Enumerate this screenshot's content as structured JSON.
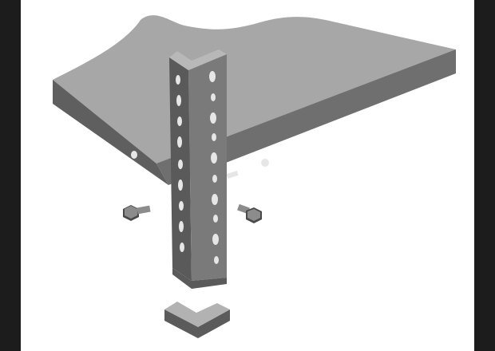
{
  "colors": {
    "frame_bar": "#1c1c1c",
    "background": "#ffffff",
    "shelf_top": "#a7a7a7",
    "shelf_front": "#5f5f5f",
    "shelf_side": "#6f6f6f",
    "upright_front": "#7a7a7a",
    "upright_side": "#5a5a5a",
    "upright_top": "#b8b8b8",
    "slot": "#e6e6e6",
    "bolt": "#8c8c8c",
    "bolt_dark": "#4a4a4a",
    "cap_top": "#b2b2b2",
    "cap_side": "#5b5b5b"
  },
  "illustration": {
    "parts": [
      "shelf-panel",
      "angle-upright",
      "hex-bolt",
      "hex-bolt",
      "corner-foot-cap"
    ]
  }
}
